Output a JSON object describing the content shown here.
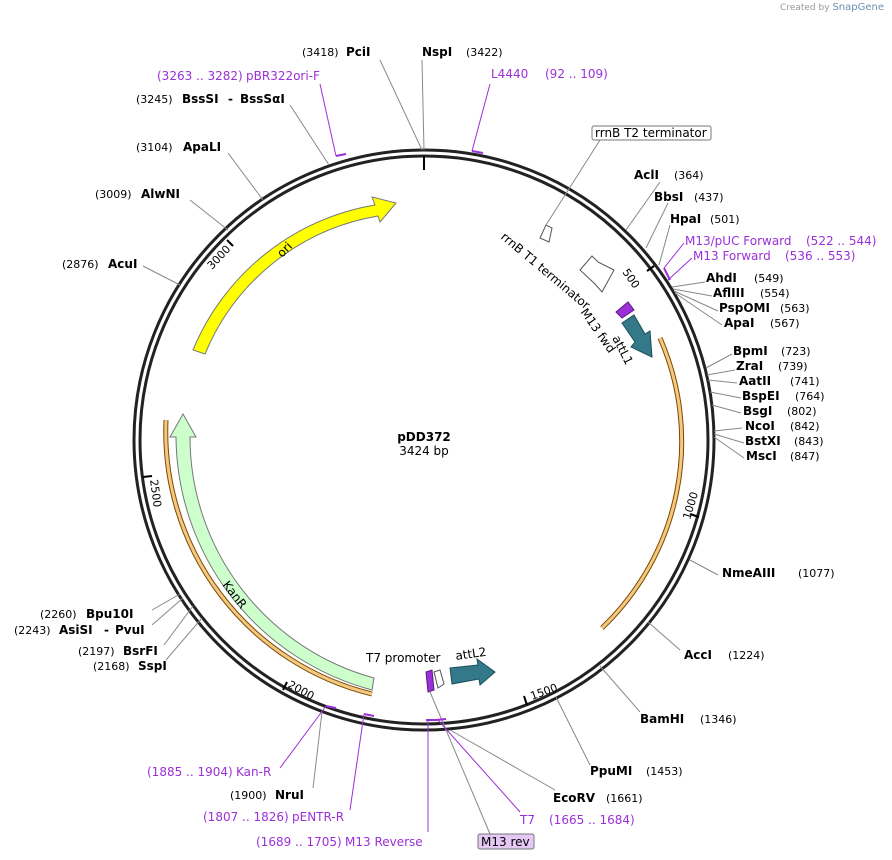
{
  "credit": {
    "text": "Created by",
    "brand": "SnapGene"
  },
  "plasmid": {
    "name": "pDD372",
    "size_label": "3424 bp"
  },
  "ticks": [
    {
      "label": "500"
    },
    {
      "label": "1000"
    },
    {
      "label": "1500"
    },
    {
      "label": "2000"
    },
    {
      "label": "2500"
    },
    {
      "label": "3000"
    }
  ],
  "features": [
    {
      "name": "ori",
      "color": "#ffff00"
    },
    {
      "name": "KanR",
      "color": "#ccffcc"
    },
    {
      "name": "attL1",
      "color": "#33798a"
    },
    {
      "name": "attL2",
      "color": "#33798a"
    },
    {
      "name": "rrnB T2 terminator",
      "color": "#ffffff"
    },
    {
      "name": "rrnB T1 terminator",
      "color": "#ffffff"
    },
    {
      "name": "M13 fwd",
      "color": "#9b30d9"
    },
    {
      "name": "T7 promoter",
      "color": "#ffffff"
    },
    {
      "name": "M13 rev",
      "color": "#9b30d9"
    }
  ],
  "enzymes": [
    {
      "name": "PciI",
      "pos": "(3418)"
    },
    {
      "name": "NspI",
      "pos": "(3422)"
    },
    {
      "name": "BssSI",
      "sep": "-",
      "alt": "BssSαI",
      "pos": "(3245)"
    },
    {
      "name": "ApaLI",
      "pos": "(3104)"
    },
    {
      "name": "AlwNI",
      "pos": "(3009)"
    },
    {
      "name": "AcuI",
      "pos": "(2876)"
    },
    {
      "name": "AclI",
      "pos": "(364)"
    },
    {
      "name": "BbsI",
      "pos": "(437)"
    },
    {
      "name": "HpaI",
      "pos": "(501)"
    },
    {
      "name": "AhdI",
      "pos": "(549)"
    },
    {
      "name": "AflIII",
      "pos": "(554)"
    },
    {
      "name": "PspOMI",
      "pos": "(563)"
    },
    {
      "name": "ApaI",
      "pos": "(567)"
    },
    {
      "name": "BpmI",
      "pos": "(723)"
    },
    {
      "name": "ZraI",
      "pos": "(739)"
    },
    {
      "name": "AatII",
      "pos": "(741)"
    },
    {
      "name": "BspEI",
      "pos": "(764)"
    },
    {
      "name": "BsgI",
      "pos": "(802)"
    },
    {
      "name": "NcoI",
      "pos": "(842)"
    },
    {
      "name": "BstXI",
      "pos": "(843)"
    },
    {
      "name": "MscI",
      "pos": "(847)"
    },
    {
      "name": "NmeAIII",
      "pos": "(1077)"
    },
    {
      "name": "AccI",
      "pos": "(1224)"
    },
    {
      "name": "BamHI",
      "pos": "(1346)"
    },
    {
      "name": "PpuMI",
      "pos": "(1453)"
    },
    {
      "name": "EcoRV",
      "pos": "(1661)"
    },
    {
      "name": "NruI",
      "pos": "(1900)"
    },
    {
      "name": "SspI",
      "pos": "(2168)"
    },
    {
      "name": "BsrFI",
      "pos": "(2197)"
    },
    {
      "name": "AsiSI",
      "sep": "-",
      "alt": "PvuI",
      "pos": "(2243)"
    },
    {
      "name": "Bpu10I",
      "pos": "(2260)"
    }
  ],
  "primers": [
    {
      "name": "pBR322ori-F",
      "range": "(3263 .. 3282)"
    },
    {
      "name": "L4440",
      "range": "(92 .. 109)"
    },
    {
      "name": "M13/pUC Forward",
      "range": "(522 .. 544)"
    },
    {
      "name": "M13 Forward",
      "range": "(536 .. 553)"
    },
    {
      "name": "Kan-R",
      "range": "(1885 .. 1904)"
    },
    {
      "name": "pENTR-R",
      "range": "(1807 .. 1826)"
    },
    {
      "name": "M13 Reverse",
      "range": "(1689 .. 1705)"
    },
    {
      "name": "T7",
      "range": "(1665 .. 1684)"
    }
  ]
}
